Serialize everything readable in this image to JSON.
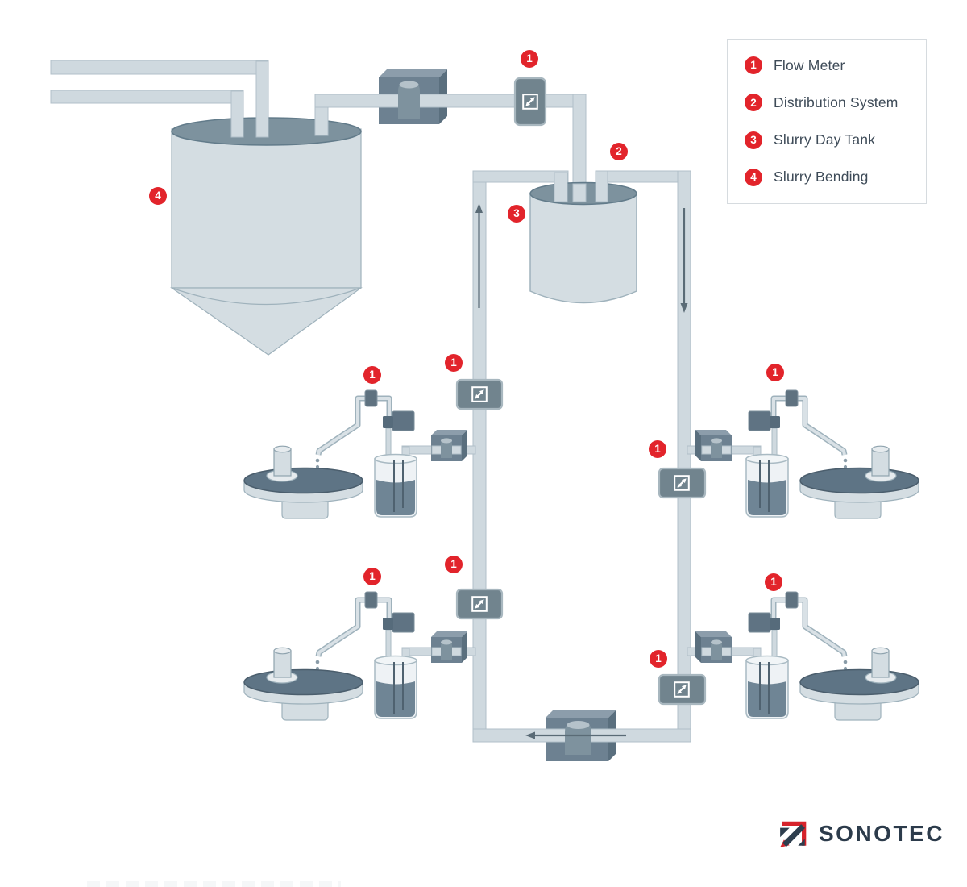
{
  "legend": {
    "items": [
      {
        "number": "1",
        "label": "Flow Meter"
      },
      {
        "number": "2",
        "label": "Distribution System"
      },
      {
        "number": "3",
        "label": "Slurry Day Tank"
      },
      {
        "number": "4",
        "label": "Slurry Bending"
      }
    ]
  },
  "markers": [
    {
      "id": "flow-meter-top",
      "n": "1"
    },
    {
      "id": "distribution-system",
      "n": "2"
    },
    {
      "id": "slurry-day-tank",
      "n": "3"
    },
    {
      "id": "slurry-bending-tank",
      "n": "4"
    },
    {
      "id": "flow-meter-arm-top-left",
      "n": "1"
    },
    {
      "id": "flow-meter-loop-top-left",
      "n": "1"
    },
    {
      "id": "flow-meter-arm-top-right",
      "n": "1"
    },
    {
      "id": "flow-meter-loop-top-right",
      "n": "1"
    },
    {
      "id": "flow-meter-arm-bottom-left",
      "n": "1"
    },
    {
      "id": "flow-meter-loop-bottom-left",
      "n": "1"
    },
    {
      "id": "flow-meter-arm-bottom-right",
      "n": "1"
    },
    {
      "id": "flow-meter-loop-bottom-right",
      "n": "1"
    }
  ],
  "logo": {
    "text": "SONOTEC"
  },
  "icons": {
    "flow_meter": "sonotec-flow-arrows-icon",
    "logo_mark": "sonotec-mark-icon"
  },
  "colors": {
    "accent_red": "#e2242b",
    "navy": "#2e3e4e",
    "device_slate": "#6d8191",
    "meter_slate": "#71848e",
    "pipe": "#cfd9df",
    "tank_body": "#d4dde2",
    "tank_top": "#7d929e",
    "liquid": "#6f8595",
    "legend_text": "#3e4b58"
  }
}
